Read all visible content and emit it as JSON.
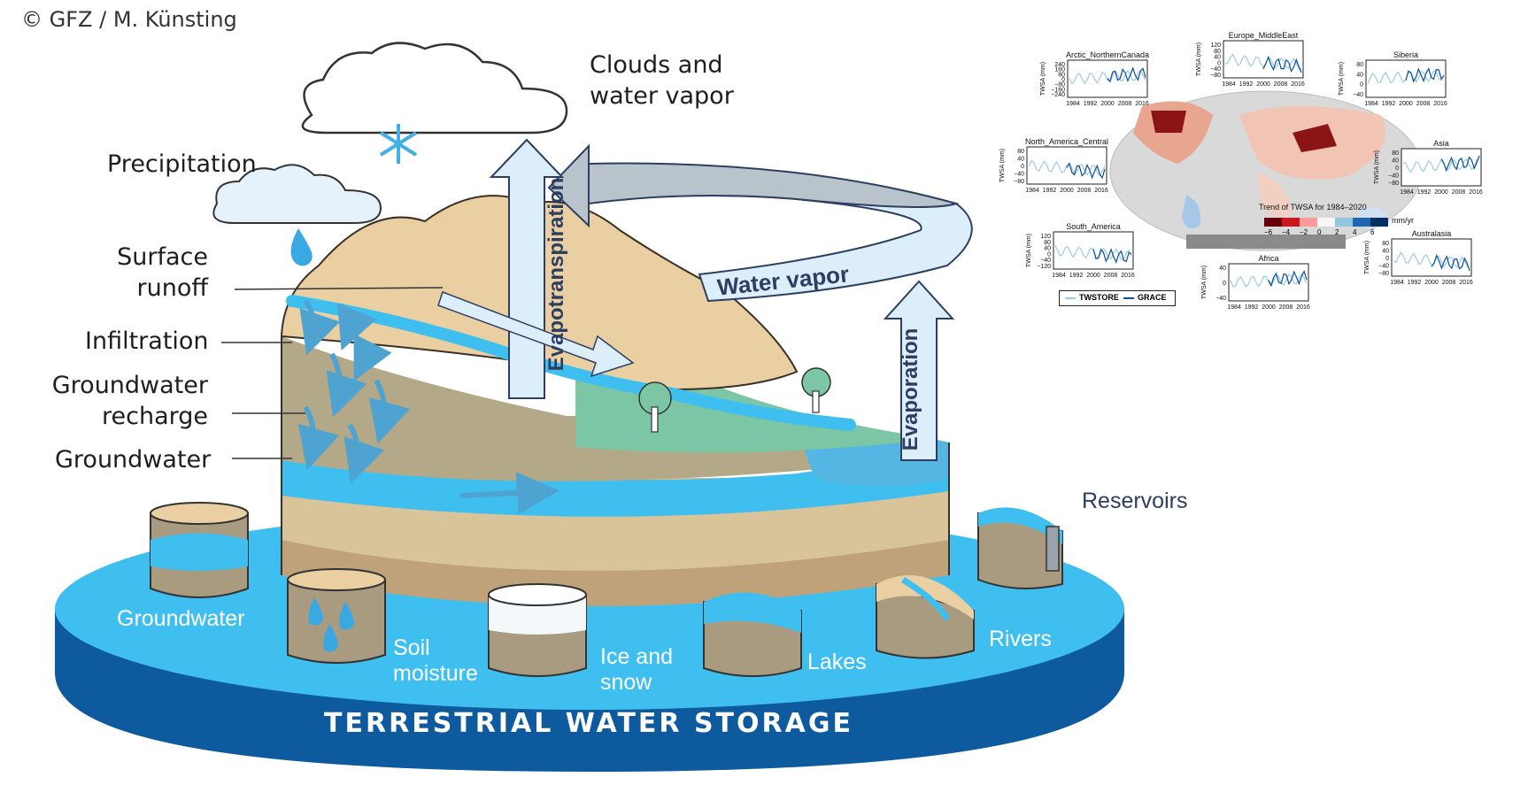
{
  "credit": "© GFZ / M. Künsting",
  "labels": {
    "clouds": "Clouds and\nwater vapor",
    "precipitation": "Precipitation",
    "surface_runoff": "Surface\nrunoff",
    "infiltration": "Infiltration",
    "groundwater_recharge": "Groundwater\nrecharge",
    "groundwater": "Groundwater",
    "evapotranspiration": "Evapotranspiration",
    "evaporation": "Evaporation",
    "water_vapor": "Water vapor",
    "reservoirs": "Reservoirs"
  },
  "storage": {
    "title": "Terrestrial water storage",
    "groundwater": "Groundwater",
    "soil_moisture": "Soil\nmoisture",
    "ice_snow": "Ice and\nsnow",
    "lakes": "Lakes",
    "rivers": "Rivers"
  },
  "colors": {
    "sky_blue": "#3fbfef",
    "dark_blue": "#0d5b9e",
    "sand": "#e9cfa2",
    "green": "#7cc6a6",
    "soil": "#a89b80",
    "arrow_grey": "#b9c3cc",
    "arrow_light": "#dbeef9",
    "arrow_text": "#2d3e63"
  },
  "map_panel": {
    "trend_title": "Trend of TWSA for 1984–2020",
    "colorbar_ticks": [
      "−6",
      "−4",
      "−2",
      "0",
      "2",
      "4",
      "6"
    ],
    "colorbar_unit": "mm/yr",
    "legend": [
      "TWSTORE",
      "GRACE"
    ],
    "ylabel": "TWSA (mm)",
    "xticks": [
      "1984",
      "1992",
      "2000",
      "2008",
      "2016"
    ],
    "regions": [
      {
        "name": "Arctic_NorthernCanada",
        "yticks": [
          "240",
          "160",
          "80",
          "0",
          "−80",
          "−160",
          "−240"
        ]
      },
      {
        "name": "Europe_MiddleEast",
        "yticks": [
          "120",
          "80",
          "40",
          "0",
          "−40",
          "−80"
        ]
      },
      {
        "name": "Siberia",
        "yticks": [
          "80",
          "40",
          "0",
          "−40"
        ]
      },
      {
        "name": "North_America_Central",
        "yticks": [
          "80",
          "40",
          "0",
          "−40",
          "−80"
        ]
      },
      {
        "name": "Asia",
        "yticks": [
          "80",
          "40",
          "0",
          "−40",
          "−80"
        ]
      },
      {
        "name": "South_America",
        "yticks": [
          "120",
          "80",
          "40",
          "0",
          "−40",
          "−120"
        ]
      },
      {
        "name": "Africa",
        "yticks": [
          "40",
          "0",
          "−40"
        ]
      },
      {
        "name": "Australasia",
        "yticks": [
          "80",
          "40",
          "0",
          "−40",
          "−80"
        ]
      }
    ]
  }
}
